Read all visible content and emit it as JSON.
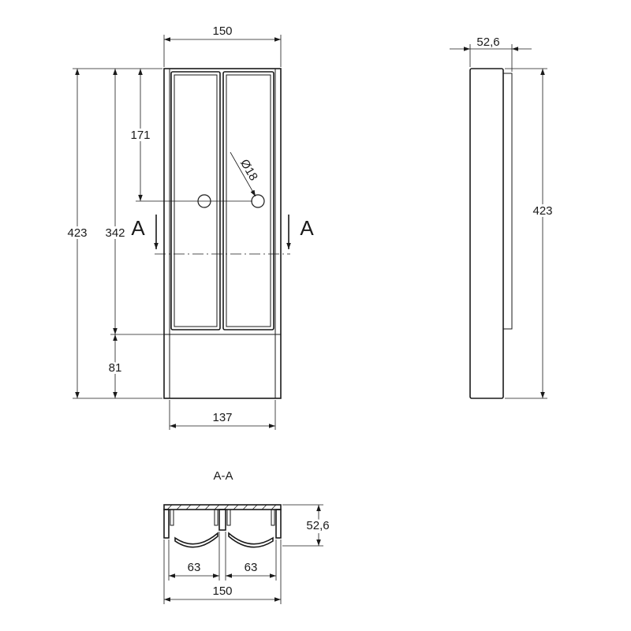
{
  "front_view": {
    "width_top": "150",
    "height_total": "423",
    "height_inner": "342",
    "height_to_holes": "171",
    "hole_diameter": "Ø18",
    "height_bottom": "81",
    "width_bottom": "137",
    "section_marker_left": "A",
    "section_marker_right": "A"
  },
  "side_view": {
    "depth": "52,6",
    "height": "423"
  },
  "section_view": {
    "title": "A-A",
    "depth": "52,6",
    "cell_width_left": "63",
    "cell_width_right": "63",
    "width_total": "150"
  }
}
